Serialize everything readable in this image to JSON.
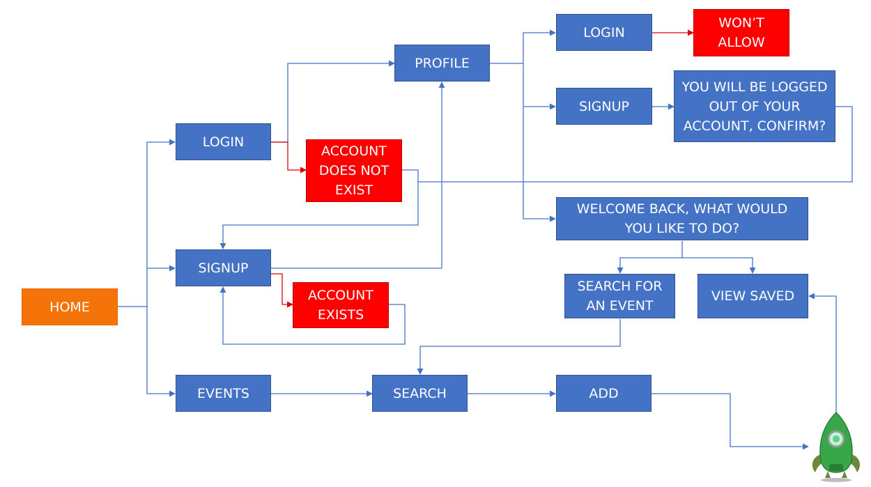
{
  "nodes": {
    "home": "HOME",
    "login_main": "LOGIN",
    "signup_main": "SIGNUP",
    "events": "EVENTS",
    "profile": "PROFILE",
    "account_not_exist": "ACCOUNT DOES NOT EXIST",
    "account_exists": "ACCOUNT EXISTS",
    "search": "SEARCH",
    "add": "ADD",
    "profile_login": "LOGIN",
    "wont_allow": "WON’T ALLOW",
    "profile_signup": "SIGNUP",
    "logout_confirm": "YOU WILL BE LOGGED OUT OF YOUR ACCOUNT, CONFIRM?",
    "welcome_back": "WELCOME BACK, WHAT WOULD YOU LIKE TO DO?",
    "search_event": "SEARCH FOR AN EVENT",
    "view_saved": "VIEW SAVED"
  },
  "colors": {
    "blue_box": "#4472c4",
    "red_box": "#ff0000",
    "orange_box": "#f5740a",
    "blue_line": "#4472c4",
    "red_line": "#e00000"
  },
  "mascot_icon": "green-rocket-robot-icon"
}
